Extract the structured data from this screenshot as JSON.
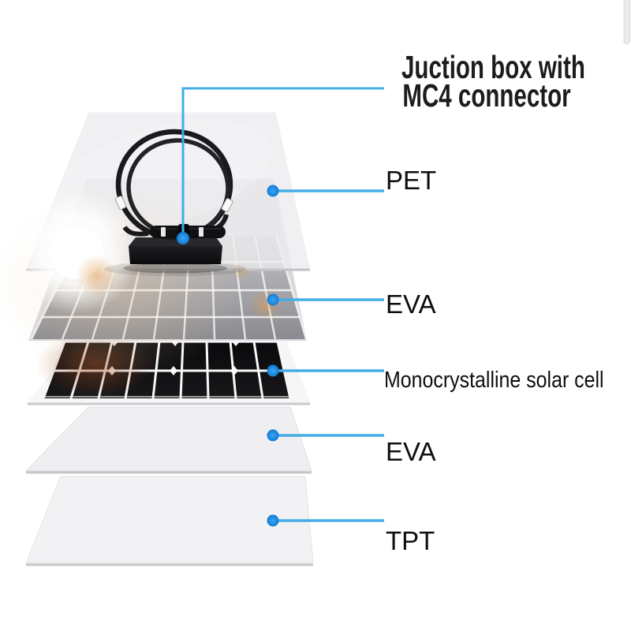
{
  "title": {
    "line1": "Juction box with",
    "line2": "MC4 connector"
  },
  "layers": [
    {
      "id": "pet",
      "label": "PET"
    },
    {
      "id": "eva-top",
      "label": "EVA"
    },
    {
      "id": "mono",
      "label": "Monocrystalline solar cell"
    },
    {
      "id": "eva-bottom",
      "label": "EVA"
    },
    {
      "id": "tpt",
      "label": "TPT"
    }
  ],
  "colors": {
    "leader_line": "#45ade6",
    "leader_dot": "#1b8ce8",
    "title_text": "#1c1c1c",
    "label_text": "#0e0e0e",
    "solar_cell_dark": "#0e0e11",
    "flare_warm": "#c87838"
  }
}
